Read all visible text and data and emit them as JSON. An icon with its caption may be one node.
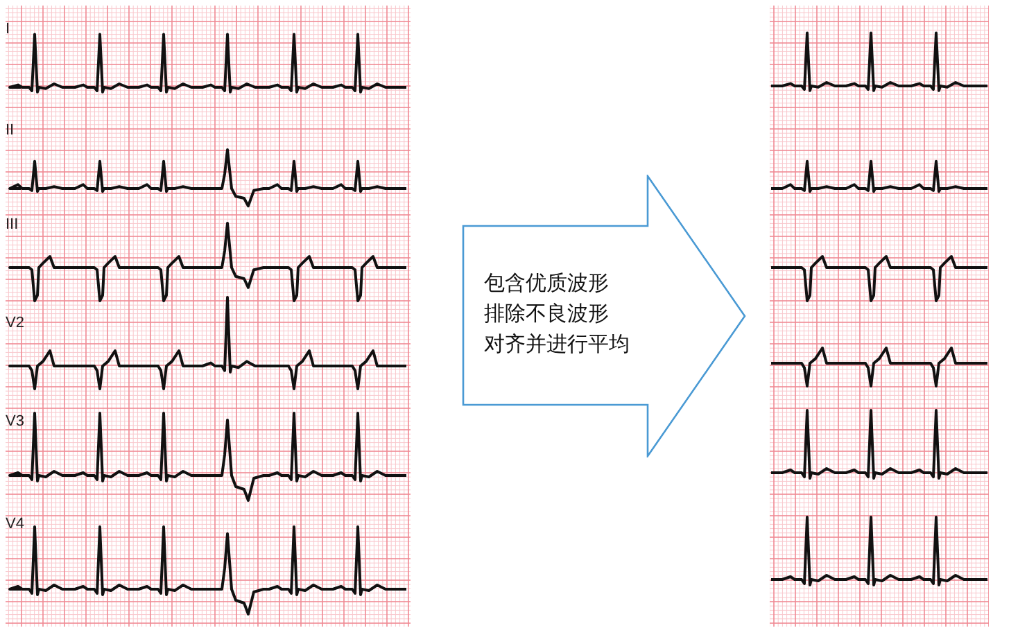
{
  "diagram": {
    "nodes": [
      {
        "text": [
          "包含优质波形",
          "排除不良波形",
          "对齐并进行平均"
        ]
      }
    ],
    "labels": [
      "I",
      "II",
      "III",
      "V2",
      "V3",
      "V4"
    ]
  }
}
